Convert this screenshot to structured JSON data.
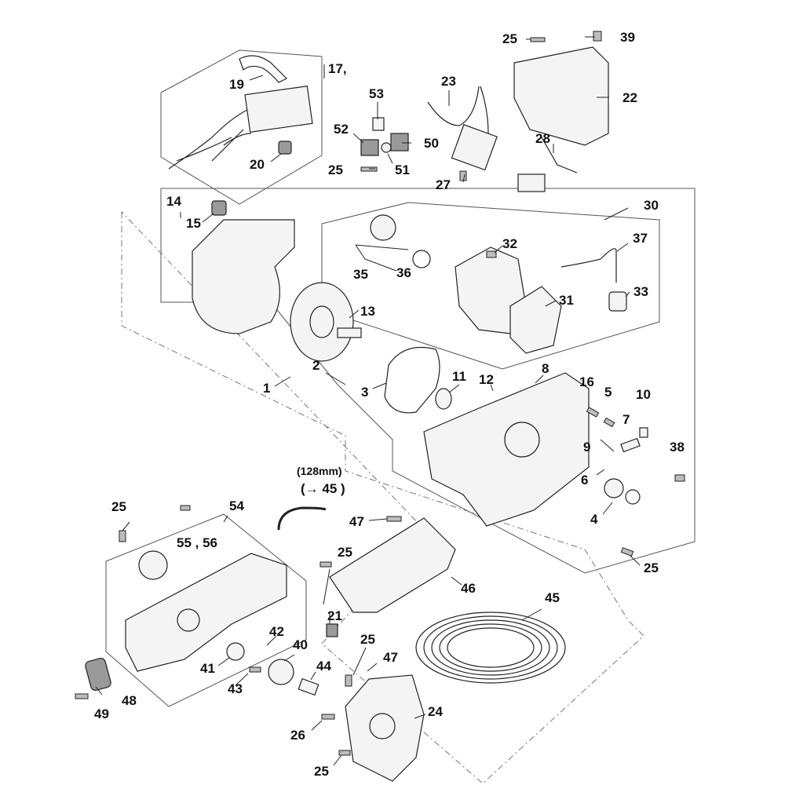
{
  "callouts": {
    "c1": "1",
    "c2": "2",
    "c3": "3",
    "c4": "4",
    "c5": "5",
    "c6": "6",
    "c7": "7",
    "c8": "8",
    "c9": "9",
    "c10": "10",
    "c11": "11",
    "c12": "12",
    "c13": "13",
    "c14": "14",
    "c15": "15",
    "c16": "16",
    "c17": "17,",
    "c19": "19",
    "c20": "20",
    "c21": "21",
    "c22": "22",
    "c23": "23",
    "c24": "24",
    "c25_a": "25",
    "c25_b": "25",
    "c25_c": "25",
    "c25_d": "25",
    "c25_e": "25",
    "c25_f": "25",
    "c25_g": "25",
    "c26": "26",
    "c27": "27",
    "c28": "28",
    "c30": "30",
    "c31": "31",
    "c32": "32",
    "c33": "33",
    "c35": "35",
    "c36": "36",
    "c37": "37",
    "c38": "38",
    "c39": "39",
    "c40": "40",
    "c41": "41",
    "c42": "42",
    "c43": "43",
    "c44": "44",
    "c45_a": "45",
    "c45_b": "45",
    "c46": "46",
    "c47_a": "47",
    "c47_b": "47",
    "c48": "48",
    "c49": "49",
    "c50": "50",
    "c51": "51",
    "c52": "52",
    "c53": "53",
    "c54": "54",
    "c55_56": "55 , 56"
  },
  "notes": {
    "hose_length": "(128mm)",
    "hose_ref": "(→ 45 )"
  }
}
